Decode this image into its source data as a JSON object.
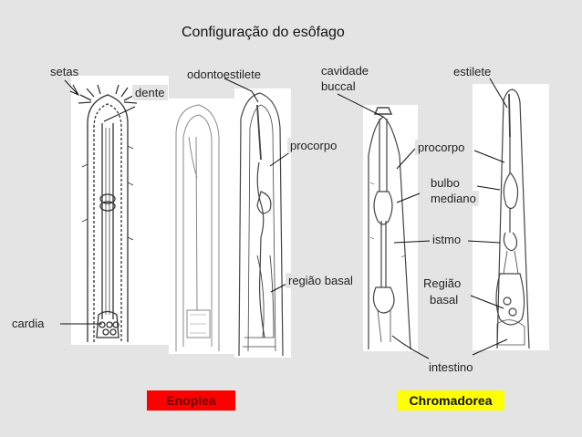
{
  "title": "Configuração do esôfago",
  "labels": {
    "setas": "setas",
    "dente": "dente",
    "odontoestilete": "odontoestilete",
    "cavidade": "cavidade",
    "buccal": "buccal",
    "estilete": "estilete",
    "procorpo1": "procorpo",
    "procorpo2": "procorpo",
    "bulbo": "bulbo",
    "mediano": "mediano",
    "istmo": "istmo",
    "regiao_basal": "região basal",
    "regiao": "Região",
    "basal": "basal",
    "cardia": "cardia",
    "intestino": "intestino"
  },
  "groups": {
    "enoplea": {
      "label": "Enoplea",
      "color": "#ff0000",
      "text_color": "#6b0000"
    },
    "chromadorea": {
      "label": "Chromadorea",
      "color": "#ffff00",
      "text_color": "#111111"
    }
  }
}
